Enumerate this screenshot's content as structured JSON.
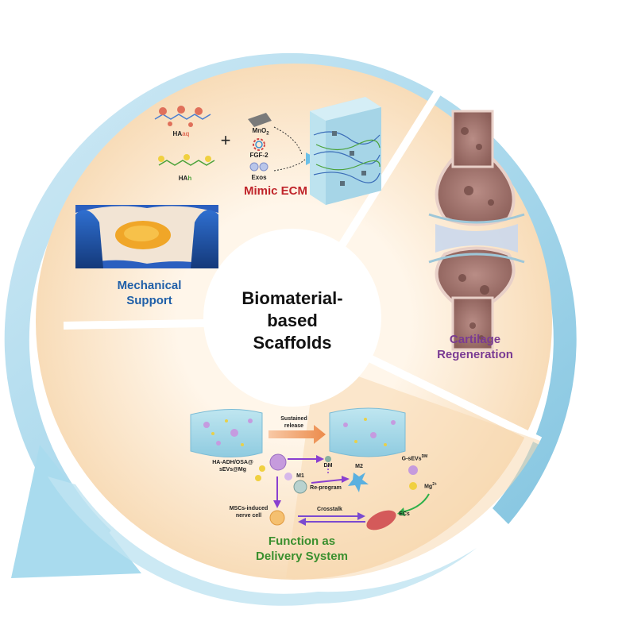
{
  "center": {
    "line1": "Biomaterial-",
    "line2": "based",
    "line3": "Scaffolds"
  },
  "segments": {
    "mimic_ecm": {
      "title": "Mimic ECM",
      "haaq_prefix": "HA",
      "haaq_suffix": "aq",
      "hah_prefix": "HA",
      "hah_suffix": "h",
      "plus": "+",
      "mno2": "MnO",
      "mno2_sub": "2",
      "fgf2": "FGF-2",
      "exos": "Exos"
    },
    "mechanical_support": {
      "line1": "Mechanical",
      "line2": "Support"
    },
    "cartilage_regeneration": {
      "line1": "Cartilage",
      "line2": "Regeneration"
    },
    "delivery_system": {
      "line1": "Function as",
      "line2": "Delivery System",
      "sustained_line1": "Sustained",
      "sustained_line2": "release",
      "ha_label_line1": "HA-ADH/OSA@",
      "ha_label_line2": "sEVs@Mg",
      "dm": "DM",
      "m1": "M1",
      "m2": "M2",
      "reprogram": "Re-program",
      "gsevs": "G-sEVs",
      "gsevs_sup": "DM",
      "mg": "Mg",
      "mg_sup": "2+",
      "mscs_line1": "MSCs-induced",
      "mscs_line2": "nerve cell",
      "crosstalk": "Crosstalk",
      "ecs": "ECs"
    }
  },
  "colors": {
    "ring_arrow": "#9fd3e8",
    "segment_fill": "#fbe9d2",
    "mimic_title": "#c0252b",
    "mechanical_title": "#1f5fa8",
    "cartilage_title": "#7a3b93",
    "delivery_title": "#3a8f2e",
    "center_text": "#111111"
  }
}
